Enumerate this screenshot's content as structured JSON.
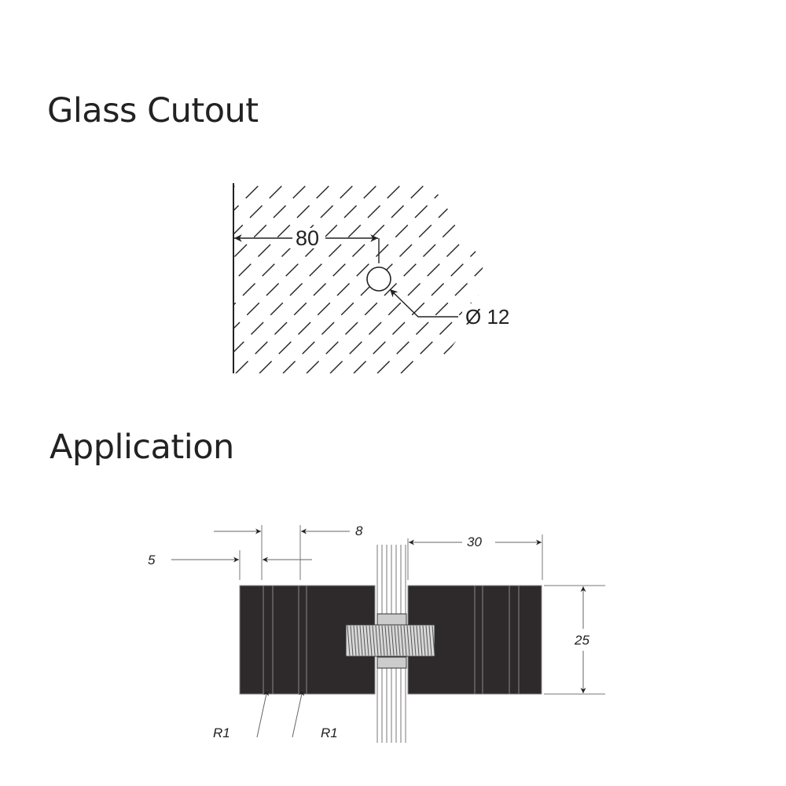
{
  "sections": {
    "glass_cutout": {
      "title": "Glass Cutout",
      "distance_label": "80",
      "hole_label": "Ø 12"
    },
    "application": {
      "title": "Application",
      "groove_width_label": "5",
      "groove_spacing_label": "8",
      "knob_length_label": "30",
      "knob_diameter_label": "25",
      "radius_label_1": "R1",
      "radius_label_2": "R1"
    }
  },
  "colors": {
    "ink": "#222222",
    "knob": "#2e2a2b"
  }
}
